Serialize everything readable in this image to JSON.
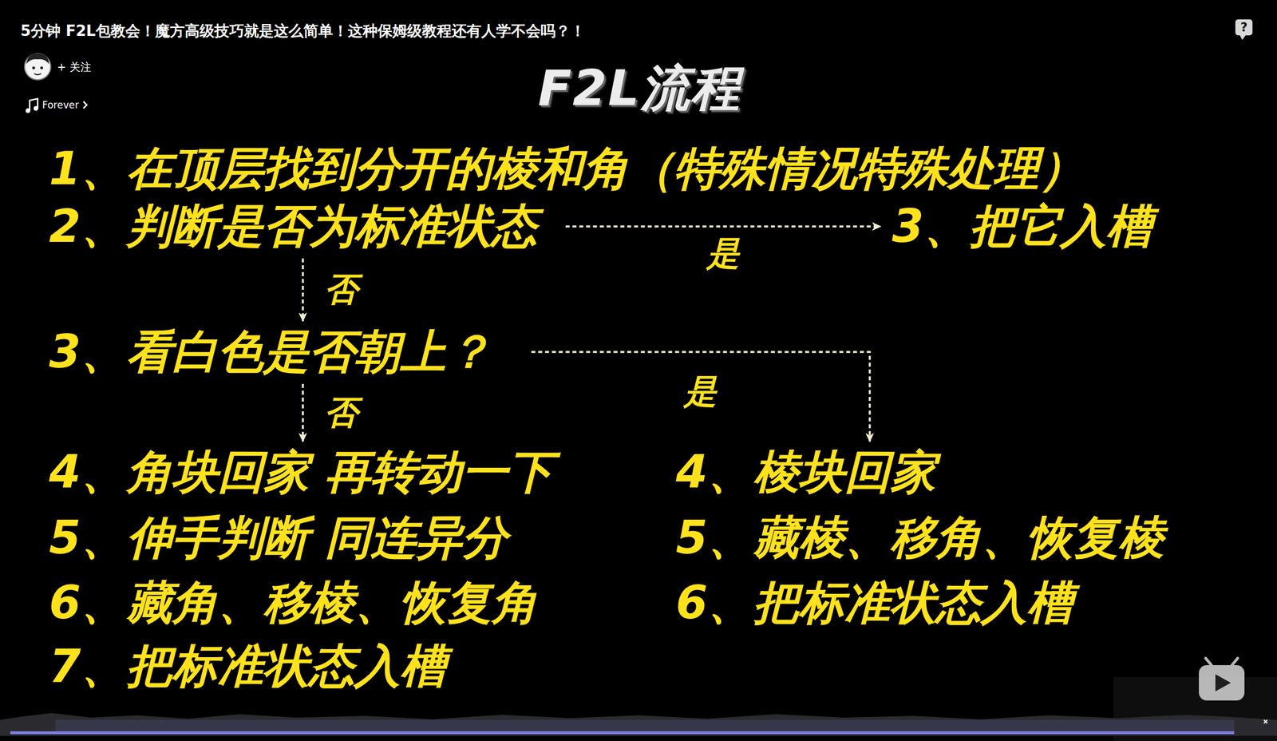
{
  "diagram": {
    "title": "F2L流程",
    "nodes": [
      {
        "text": [
          "1、在顶层找到分开的棱和角（特殊情况特殊处理）"
        ]
      },
      {
        "text": [
          "2、判断是否为标准状态"
        ]
      },
      {
        "text": [
          "3、把它入槽"
        ]
      },
      {
        "text": [
          "3、看白色是否朝上？"
        ]
      },
      {
        "text": [
          "4、角块回家 再转动一下"
        ]
      },
      {
        "text": [
          "5、伸手判断 同连异分"
        ]
      },
      {
        "text": [
          "6、藏角、移棱、恢复角"
        ]
      },
      {
        "text": [
          "7、把标准状态入槽"
        ]
      },
      {
        "text": [
          "4、棱块回家"
        ]
      },
      {
        "text": [
          "5、藏棱、移角、恢复棱"
        ]
      },
      {
        "text": [
          "6、把标准状态入槽"
        ]
      }
    ],
    "edges": [
      {
        "from": 1,
        "to": 2,
        "arrow": "to",
        "label": "是"
      },
      {
        "from": 1,
        "to": 3,
        "arrow": "to",
        "label": "否"
      },
      {
        "from": 3,
        "to": 8,
        "arrow": "to",
        "label": "是"
      },
      {
        "from": 3,
        "to": 4,
        "arrow": "to",
        "label": "否"
      }
    ],
    "labels": [
      "5分钟 F2L包教会！魔方高级技巧就是这么简单！这种保姆级教程还有人学不会吗？！",
      "+ 关注",
      "Forever",
      "?"
    ]
  }
}
